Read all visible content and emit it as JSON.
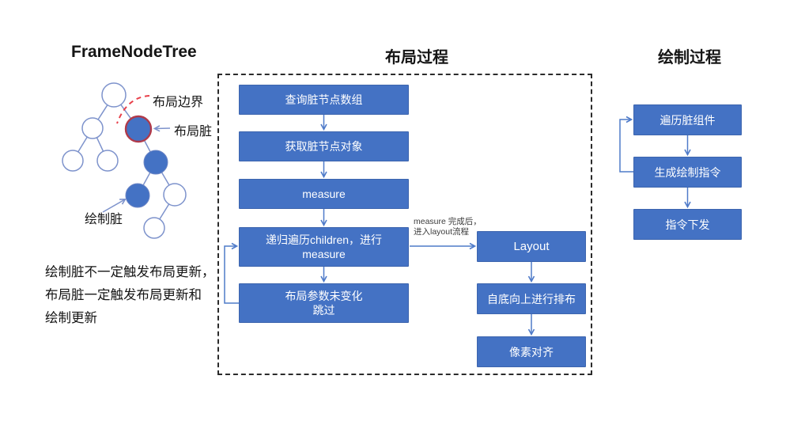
{
  "left_panel": {
    "title": "FrameNodeTree",
    "labels": {
      "layout_boundary": "布局边界",
      "layout_dirty": "布局脏",
      "draw_dirty": "绘制脏"
    },
    "note": "绘制脏不一定触发布局更新，\n布局脏一定触发布局更新和\n绘制更新"
  },
  "layout_process": {
    "title": "布局过程",
    "boxes": {
      "query_dirty_array": "查询脏节点数组",
      "get_dirty_object": "获取脏节点对象",
      "measure": "measure",
      "recurse_children": "递归遍历children，进行\nmeasure",
      "params_unchanged_skip": "布局参数未变化\n跳过",
      "layout": "Layout",
      "bottom_up_arrange": "自底向上进行排布",
      "pixel_align": "像素对齐"
    },
    "arrow_label": "measure 完成后，\n进入layout流程"
  },
  "draw_process": {
    "title": "绘制过程",
    "boxes": {
      "traverse_dirty_components": "遍历脏组件",
      "generate_draw_commands": "生成绘制指令",
      "dispatch_commands": "指令下发"
    }
  },
  "colors": {
    "box_blue": "#4472c4",
    "flow_arrow_blue": "#4f7bc9",
    "tree_edge_blue": "#7e93cc",
    "dirty_ring_red": "#b03a4a",
    "boundary_dash_red": "#e8404a",
    "dashed_frame_black": "#2b2b2b"
  }
}
